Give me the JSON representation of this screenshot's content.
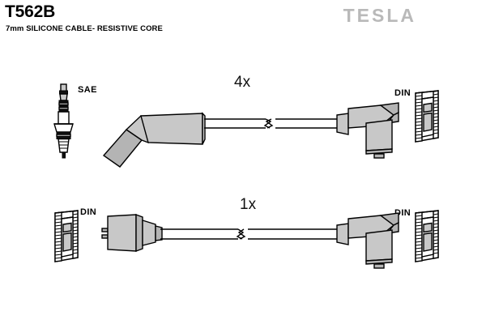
{
  "header": {
    "part_number": "T562B",
    "description": "7mm SILICONE CABLE- RESISTIVE CORE",
    "brand": "TESLA",
    "brand_color": "#b9b9b9"
  },
  "diagram": {
    "background_color": "#ffffff",
    "line_color": "#000000",
    "part_fill_color": "#c8c8c8",
    "sets": [
      {
        "id": "set-4x",
        "quantity_label": "4x",
        "left_end": {
          "type": "angled-spark-plug-boot",
          "marker_label": "SAE",
          "marker_icon": "spark-plug-icon"
        },
        "right_end": {
          "type": "right-angle-coil-boot",
          "marker_label": "DIN",
          "marker_icon": "din-terminal-socket-icon"
        },
        "cable_break": true
      },
      {
        "id": "set-1x",
        "quantity_label": "1x",
        "left_end": {
          "type": "straight-coil-boot",
          "marker_label": "DIN",
          "marker_icon": "din-terminal-socket-icon"
        },
        "right_end": {
          "type": "right-angle-coil-boot",
          "marker_label": "DIN",
          "marker_icon": "din-terminal-socket-icon"
        },
        "cable_break": true
      }
    ]
  }
}
